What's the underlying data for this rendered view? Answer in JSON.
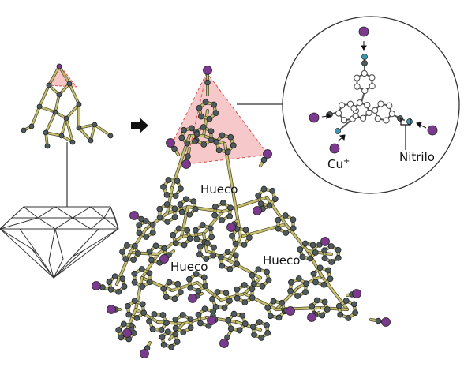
{
  "labels": {
    "hole_top": "Hueco",
    "hole_left": "Hueco",
    "hole_right": "Hueco",
    "copper_ion": "Cu",
    "copper_charge": "+",
    "nitrile": "Nitrilo"
  },
  "colors": {
    "background": "#ffffff",
    "bond": "#c9c06e",
    "bond_outline": "#4a4a30",
    "carbon": "#4f5b5e",
    "nitrogen": "#3a9bb0",
    "copper": "#7b3a8e",
    "tetrahedron_fill": "#f4b6b8",
    "tetrahedron_edge": "#d9534f",
    "diamond_line": "#333333",
    "ring_atom": "#ffffff"
  },
  "icons": [
    "arrow-right-icon",
    "diamond-gem-icon",
    "magnifier-circle-icon"
  ]
}
